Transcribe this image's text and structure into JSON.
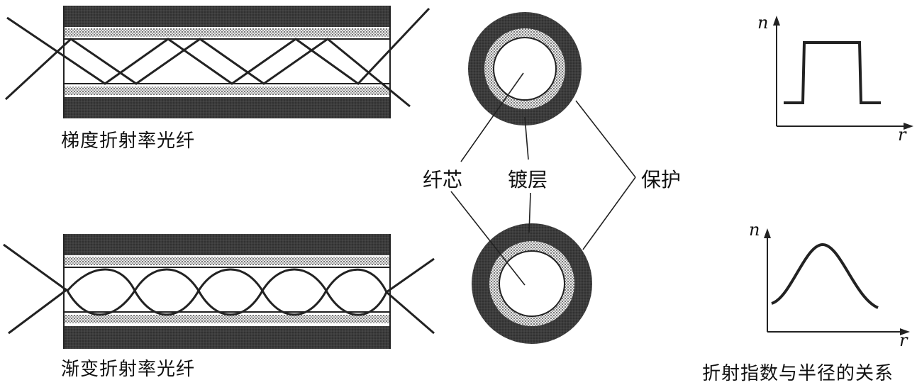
{
  "fiber_top": {
    "caption": "梯度折射率光纤"
  },
  "fiber_bottom": {
    "caption": "渐变折射率光纤"
  },
  "cross_section_labels": {
    "core": "纤芯",
    "cladding": "镀层",
    "protection": "保护"
  },
  "graphs": {
    "top": {
      "y_label": "n",
      "x_label": "r"
    },
    "bottom": {
      "y_label": "n",
      "x_label": "r"
    },
    "caption": "折射指数与半径的关系"
  },
  "colors": {
    "ink": "#222222",
    "jacket": "#3a3a3a",
    "cladding": "#bdbdbd"
  }
}
